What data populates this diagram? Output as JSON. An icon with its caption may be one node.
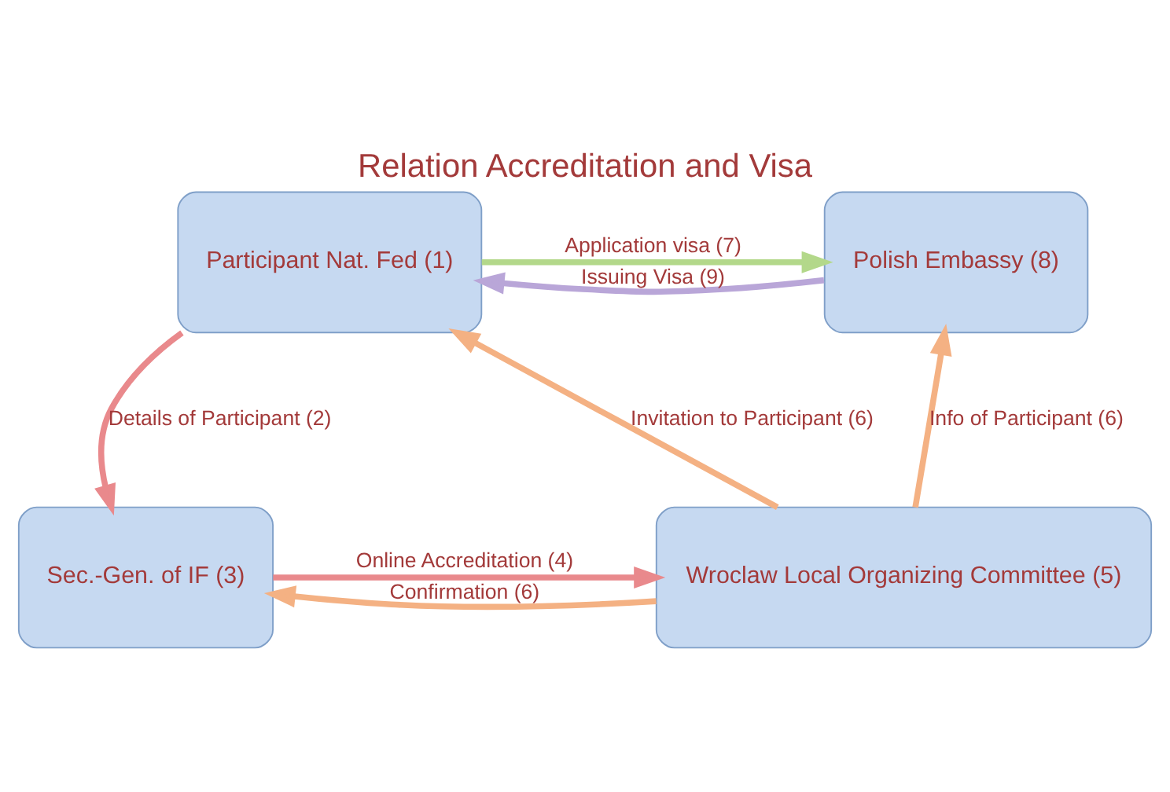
{
  "diagram": {
    "title": "Relation Accreditation and Visa",
    "nodes": [
      {
        "text": [
          "Participant Nat. Fed (1)"
        ]
      },
      {
        "text": [
          "Polish Embassy (8)"
        ]
      },
      {
        "text": [
          "Sec.-Gen. of IF (3)"
        ]
      },
      {
        "text": [
          "Wroclaw Local Organizing Committee (5)"
        ]
      }
    ],
    "edges": [
      {
        "from": 1,
        "to": 0,
        "arrow": "to",
        "label": "Issuing Visa (9)",
        "color": "#b9a6d8"
      },
      {
        "from": 0,
        "to": 1,
        "arrow": "to",
        "label": "Application visa (7)",
        "color": "#b3d88a"
      },
      {
        "from": 0,
        "to": 2,
        "arrow": "to",
        "label": "Details of Participant (2)",
        "color": "#e9898c"
      },
      {
        "from": 3,
        "to": 0,
        "arrow": "to",
        "label": "Invitation to Participant (6)"
      },
      {
        "from": 3,
        "to": 1,
        "arrow": "to",
        "label": "Info of Participant (6)"
      },
      {
        "from": 3,
        "to": 2,
        "arrow": "to",
        "label": "Confirmation (6)"
      },
      {
        "from": 2,
        "to": 3,
        "arrow": "to",
        "label": "Online Accreditation (4)",
        "color": "#e9898c"
      }
    ]
  }
}
